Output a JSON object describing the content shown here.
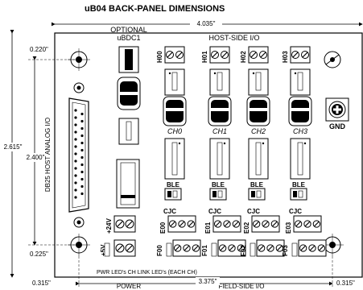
{
  "title": "uB04 BACK-PANEL DIMENSIONS",
  "dimensions": {
    "width_top": "4.035\"",
    "height_outer": "2.615\"",
    "height_inner": "2.400\"",
    "offset_top": "0.220\"",
    "offset_bottom": "0.225\"",
    "edge_left": "0.315\"",
    "edge_right": "0.315\"",
    "width_bottom": "3.375\""
  },
  "labels": {
    "optional": "OPTIONAL",
    "ubdc1": "uBDC1",
    "host_side": "HOST-SIDE I/O",
    "db25": "DB25 HOST ANALOG I/O",
    "gnd": "GND",
    "plus24v": "+24V",
    "plus5v": "+5V",
    "pwr_leds": "PWR LED's  CH LINK LED's (EACH CH)",
    "power": "POWER",
    "field_side": "FIELD-SIDE I/O"
  },
  "host_connectors": [
    "H00",
    "H01",
    "H02",
    "H03"
  ],
  "channels": [
    "CH0",
    "CH1",
    "CH2",
    "CH3"
  ],
  "ble": [
    "BLE",
    "BLE",
    "BLE",
    "BLE"
  ],
  "cjc": [
    "CJC",
    "CJC",
    "CJC",
    "CJC"
  ],
  "e_connectors": [
    "E00",
    "E01",
    "E02",
    "E03"
  ],
  "f_connectors": [
    "F00",
    "F01",
    "F02",
    "F03"
  ]
}
